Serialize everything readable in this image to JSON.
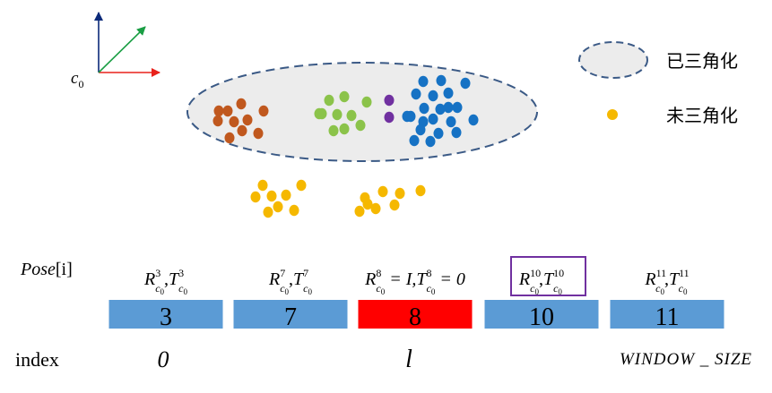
{
  "axes": {
    "origin_label": "c",
    "origin_subscript": "0",
    "colors": {
      "x": "#e8211b",
      "y": "#0b2a7a",
      "z": "#1a9e44"
    }
  },
  "legend": {
    "triangulated": "已三角化",
    "untriangulated": "未三角化"
  },
  "clusters": [
    {
      "name": "cluster-orange",
      "color": "#c0581e",
      "count": 10
    },
    {
      "name": "cluster-green",
      "color": "#8bc34a",
      "count": 10
    },
    {
      "name": "cluster-purple",
      "color": "#7030a0",
      "count": 2
    },
    {
      "name": "cluster-blue",
      "color": "#1672c4",
      "count": 21
    },
    {
      "name": "cluster-yellow-left",
      "color": "#f5b800",
      "count": 8
    },
    {
      "name": "cluster-yellow-right",
      "color": "#f5b800",
      "count": 8
    }
  ],
  "pose_label": {
    "main": "Pose",
    "bracket": "[i]"
  },
  "index_label": "index",
  "frames": [
    {
      "value": "3",
      "fill": "#5b9bd5",
      "R_sup": "3",
      "T_sup": "3"
    },
    {
      "value": "7",
      "fill": "#5b9bd5",
      "R_sup": "7",
      "T_sup": "7"
    },
    {
      "value": "8",
      "fill": "#ff0000",
      "R_sup": "8",
      "T_sup": "8",
      "suffix_R": " = I,",
      "suffix_T": " = 0"
    },
    {
      "value": "10",
      "fill": "#5b9bd5",
      "R_sup": "10",
      "T_sup": "10",
      "boxed": true,
      "box_color": "#7030a0"
    },
    {
      "value": "11",
      "fill": "#5b9bd5",
      "R_sup": "11",
      "T_sup": "11"
    }
  ],
  "pose_letters": {
    "R": "R",
    "T": "T",
    "sub_c": "c",
    "sub_0": "0",
    "comma": ","
  },
  "indices": [
    "0",
    "l",
    "WINDOW _ SIZE"
  ]
}
